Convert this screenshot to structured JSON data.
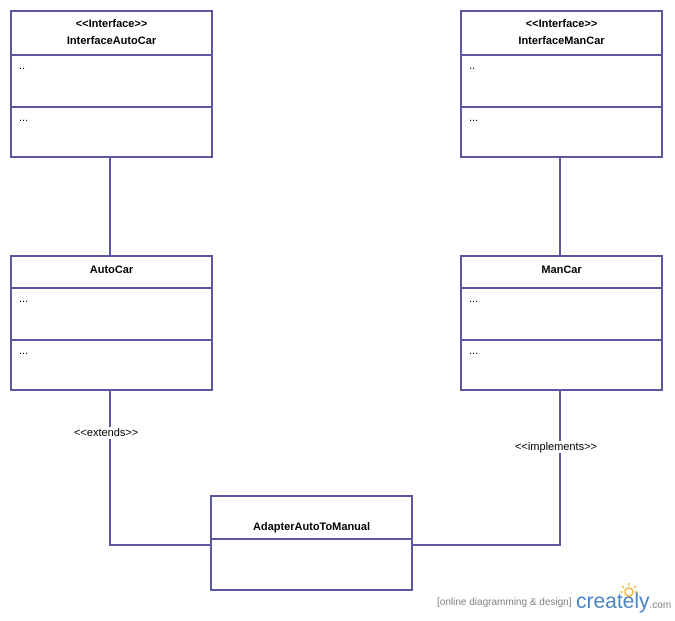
{
  "classes": {
    "interface_auto_car": {
      "stereotype": "<<Interface>>",
      "name": "InterfaceAutoCar",
      "attributes": "..",
      "operations": "..."
    },
    "interface_man_car": {
      "stereotype": "<<Interface>>",
      "name": "InterfaceManCar",
      "attributes": "..",
      "operations": "..."
    },
    "auto_car": {
      "name": "AutoCar",
      "attributes": "...",
      "operations": "..."
    },
    "man_car": {
      "name": "ManCar",
      "attributes": "...",
      "operations": "..."
    },
    "adapter": {
      "name": "AdapterAutoToManual"
    }
  },
  "connectors": {
    "extends_label": "<<extends>>",
    "implements_label": "<<implements>>"
  },
  "footer": {
    "tagline": "[online diagramming & design]",
    "brand": "creately",
    "domain": ".com"
  },
  "colors": {
    "border": "#5b56a0",
    "brand": "#4a86c7",
    "sun": "#f2b43a"
  }
}
